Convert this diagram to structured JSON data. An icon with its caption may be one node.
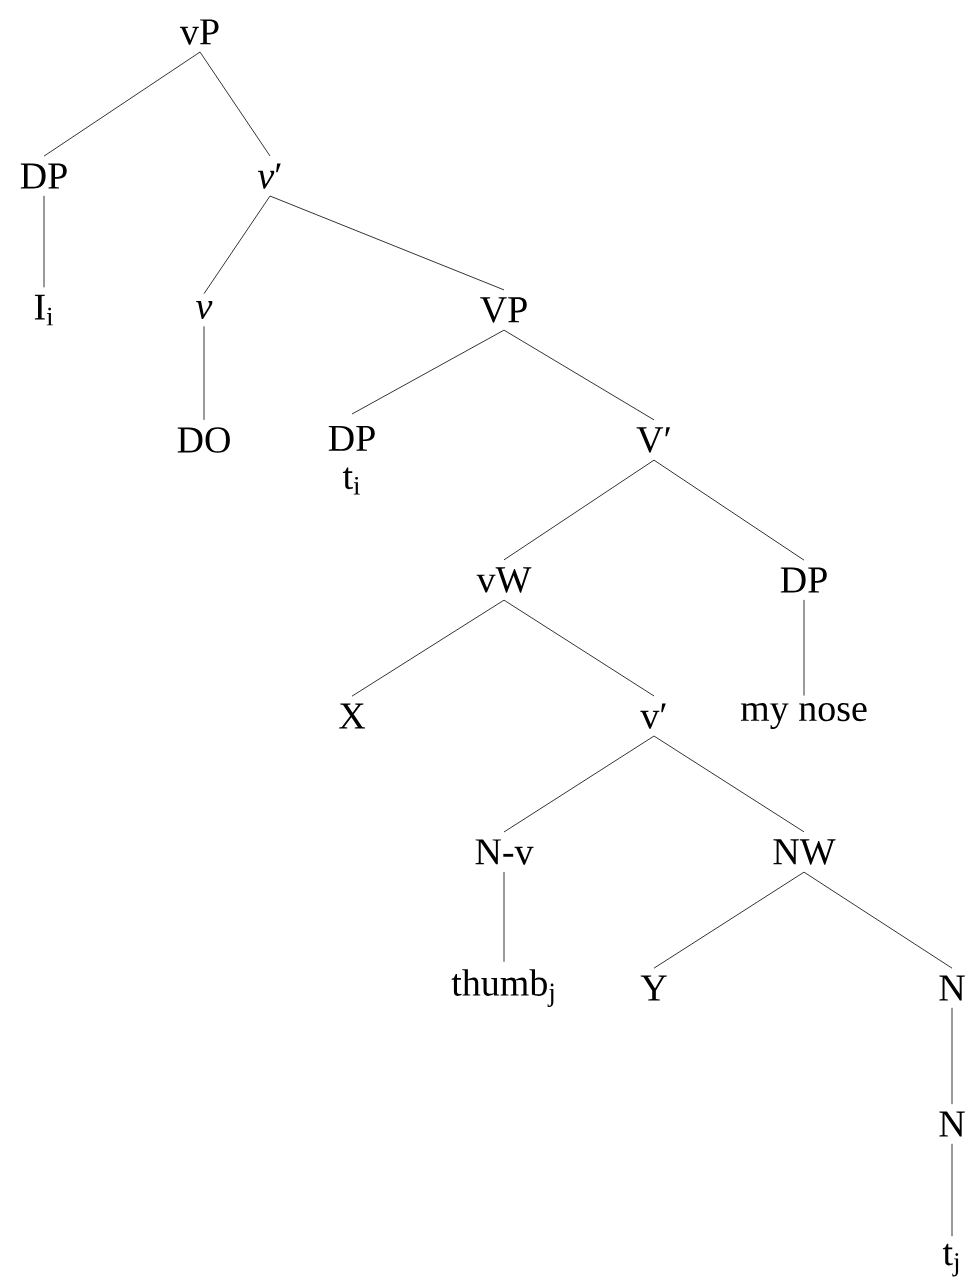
{
  "diagram": {
    "nodes": [
      {
        "text": [
          "vP"
        ]
      },
      {
        "text": [
          "DP"
        ]
      },
      {
        "text": [
          "*v*′"
        ]
      },
      {
        "text": [
          "I$_{i}$"
        ]
      },
      {
        "text": [
          "*v*"
        ]
      },
      {
        "text": [
          "VP"
        ]
      },
      {
        "text": [
          "DO"
        ]
      },
      {
        "text": [
          "DP",
          "t$_{i}$"
        ]
      },
      {
        "text": [
          "V′"
        ]
      },
      {
        "text": [
          "vW"
        ]
      },
      {
        "text": [
          "DP"
        ]
      },
      {
        "text": [
          "X"
        ]
      },
      {
        "text": [
          "v′"
        ]
      },
      {
        "text": [
          "my nose"
        ]
      },
      {
        "text": [
          "N-v"
        ]
      },
      {
        "text": [
          "NW"
        ]
      },
      {
        "text": [
          "thumb$_{j}$"
        ]
      },
      {
        "text": [
          "Y"
        ]
      },
      {
        "text": [
          "N"
        ]
      },
      {
        "text": [
          "N"
        ]
      },
      {
        "text": [
          "t$_{j}$"
        ]
      }
    ],
    "edges": [
      {
        "from": 0,
        "to": 1,
        "arrow": "none"
      },
      {
        "from": 0,
        "to": 2,
        "arrow": "none"
      },
      {
        "from": 1,
        "to": 3,
        "arrow": "none"
      },
      {
        "from": 2,
        "to": 4,
        "arrow": "none"
      },
      {
        "from": 2,
        "to": 5,
        "arrow": "none"
      },
      {
        "from": 4,
        "to": 6,
        "arrow": "none"
      },
      {
        "from": 5,
        "to": 7,
        "arrow": "none"
      },
      {
        "from": 5,
        "to": 8,
        "arrow": "none"
      },
      {
        "from": 8,
        "to": 9,
        "arrow": "none"
      },
      {
        "from": 8,
        "to": 10,
        "arrow": "none"
      },
      {
        "from": 9,
        "to": 11,
        "arrow": "none"
      },
      {
        "from": 9,
        "to": 12,
        "arrow": "none"
      },
      {
        "from": 10,
        "to": 13,
        "arrow": "none"
      },
      {
        "from": 12,
        "to": 14,
        "arrow": "none"
      },
      {
        "from": 12,
        "to": 15,
        "arrow": "none"
      },
      {
        "from": 14,
        "to": 16,
        "arrow": "none"
      },
      {
        "from": 15,
        "to": 17,
        "arrow": "none"
      },
      {
        "from": 15,
        "to": 18,
        "arrow": "none"
      },
      {
        "from": 18,
        "to": 19,
        "arrow": "none"
      },
      {
        "from": 19,
        "to": 20,
        "arrow": "none"
      }
    ]
  }
}
